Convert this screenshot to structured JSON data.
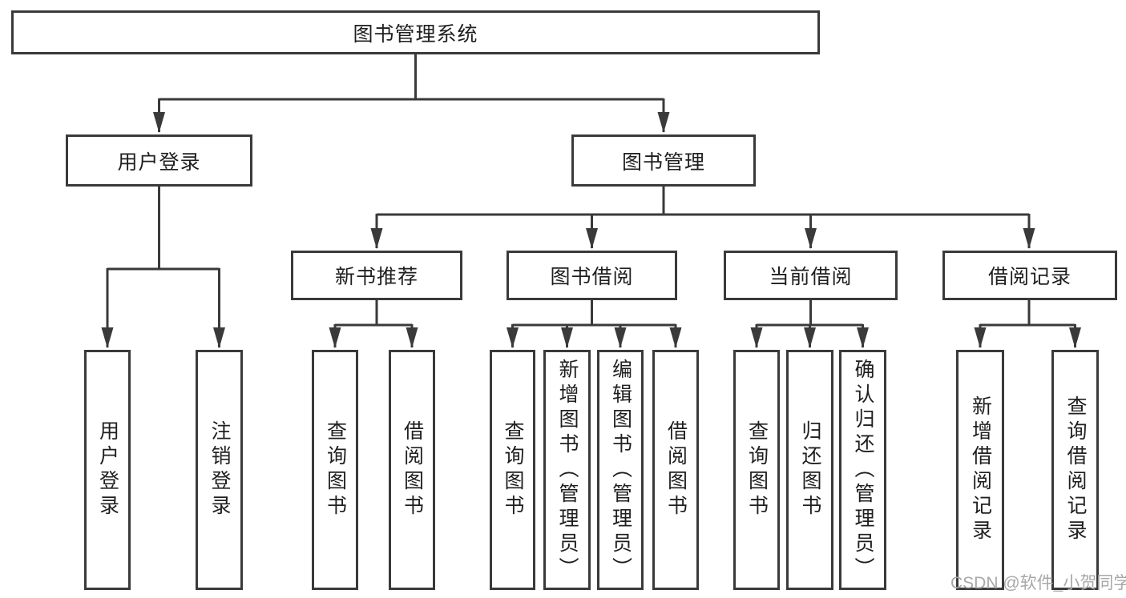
{
  "tree": {
    "root": {
      "label": "图书管理系统",
      "children": [
        {
          "label": "用户登录",
          "children": [
            {
              "label": "用户登录"
            },
            {
              "label": "注销登录"
            }
          ]
        },
        {
          "label": "图书管理",
          "children": [
            {
              "label": "新书推荐",
              "children": [
                {
                  "label": "查询图书"
                },
                {
                  "label": "借阅图书"
                }
              ]
            },
            {
              "label": "图书借阅",
              "children": [
                {
                  "label": "查询图书"
                },
                {
                  "label": "新增图书（管理员）"
                },
                {
                  "label": "编辑图书（管理员）"
                },
                {
                  "label": "借阅图书"
                }
              ]
            },
            {
              "label": "当前借阅",
              "children": [
                {
                  "label": "查询图书"
                },
                {
                  "label": "归还图书"
                },
                {
                  "label": "确认归还（管理员）"
                }
              ]
            },
            {
              "label": "借阅记录",
              "children": [
                {
                  "label": "新增借阅记录"
                },
                {
                  "label": "查询借阅记录"
                }
              ]
            }
          ]
        }
      ]
    }
  },
  "watermark": {
    "text": "CSDN @软件_小贺同学"
  },
  "colors": {
    "line": "#3a3a3a",
    "border": "#3a3a3a",
    "background": "#ffffff",
    "text": "#1f1f1f",
    "watermark": "#a8a8a8"
  }
}
